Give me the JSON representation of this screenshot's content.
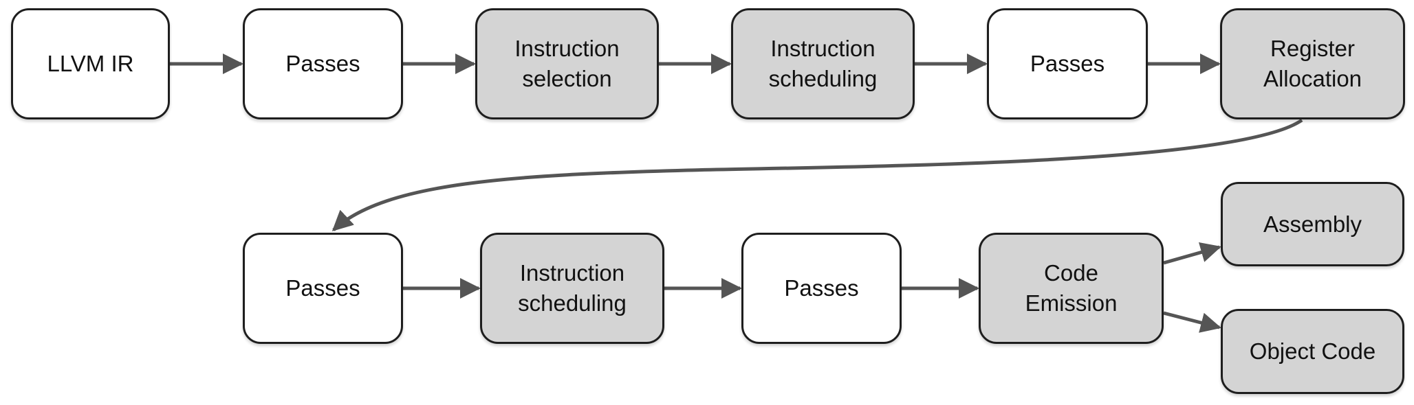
{
  "colors": {
    "plain_fill": "#ffffff",
    "shaded_fill": "#d4d4d4",
    "border": "#1e1e1e",
    "arrow": "#555555"
  },
  "nodes": {
    "llvm_ir": {
      "label": "LLVM IR"
    },
    "passes_1": {
      "label": "Passes"
    },
    "instruction_selection": {
      "label": "Instruction\nselection"
    },
    "instruction_scheduling_1": {
      "label": "Instruction\nscheduling"
    },
    "passes_2": {
      "label": "Passes"
    },
    "register_allocation": {
      "label": "Register\nAllocation"
    },
    "passes_3": {
      "label": "Passes"
    },
    "instruction_scheduling_2": {
      "label": "Instruction\nscheduling"
    },
    "passes_4": {
      "label": "Passes"
    },
    "code_emission": {
      "label": "Code\nEmission"
    },
    "assembly": {
      "label": "Assembly"
    },
    "object_code": {
      "label": "Object Code"
    }
  },
  "edges": [
    {
      "from": "llvm_ir",
      "to": "passes_1"
    },
    {
      "from": "passes_1",
      "to": "instruction_selection"
    },
    {
      "from": "instruction_selection",
      "to": "instruction_scheduling_1"
    },
    {
      "from": "instruction_scheduling_1",
      "to": "passes_2"
    },
    {
      "from": "passes_2",
      "to": "register_allocation"
    },
    {
      "from": "register_allocation",
      "to": "passes_3"
    },
    {
      "from": "passes_3",
      "to": "instruction_scheduling_2"
    },
    {
      "from": "instruction_scheduling_2",
      "to": "passes_4"
    },
    {
      "from": "passes_4",
      "to": "code_emission"
    },
    {
      "from": "code_emission",
      "to": "assembly"
    },
    {
      "from": "code_emission",
      "to": "object_code"
    }
  ]
}
